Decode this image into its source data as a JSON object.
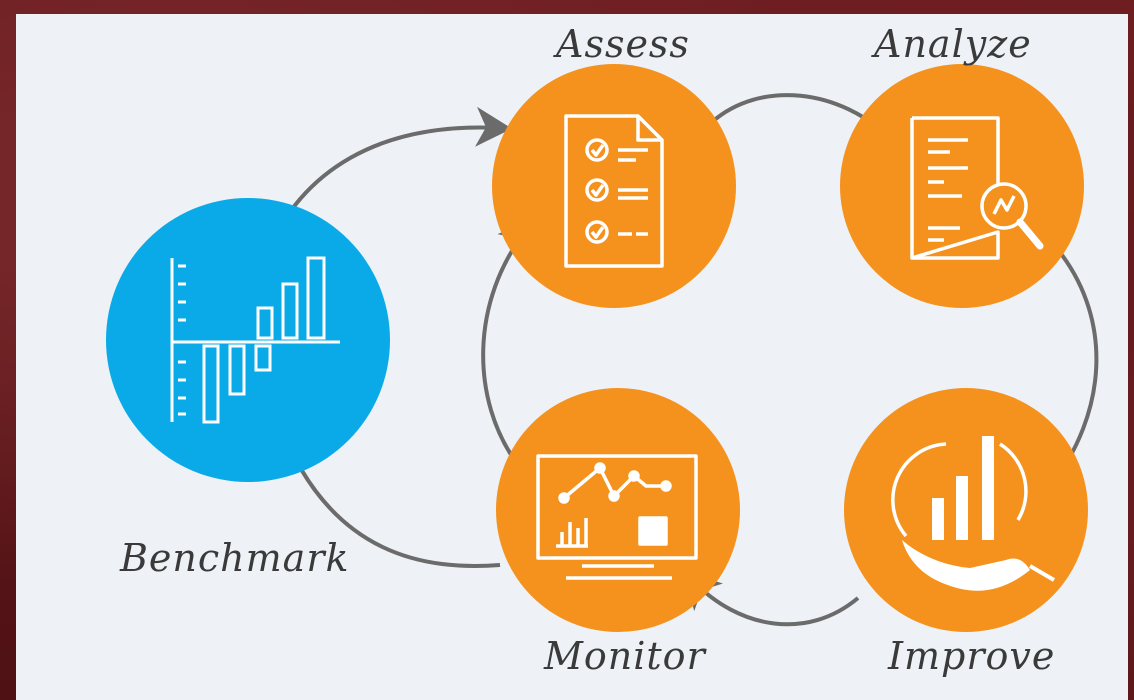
{
  "labels": {
    "assess": "Assess",
    "analyze": "Analyze",
    "benchmark": "Benchmark",
    "monitor": "Monitor",
    "improve": "Improve"
  },
  "colors": {
    "orange": "#f5921e",
    "blue": "#0aaae8",
    "arrow": "#6b6b6b",
    "background": "#eef1f5",
    "frame": "#5a1418"
  },
  "icons": {
    "assess": "checklist-document-icon",
    "analyze": "document-magnifier-icon",
    "benchmark": "bar-chart-axis-icon",
    "monitor": "computer-monitor-chart-icon",
    "improve": "hand-bar-chart-icon"
  }
}
